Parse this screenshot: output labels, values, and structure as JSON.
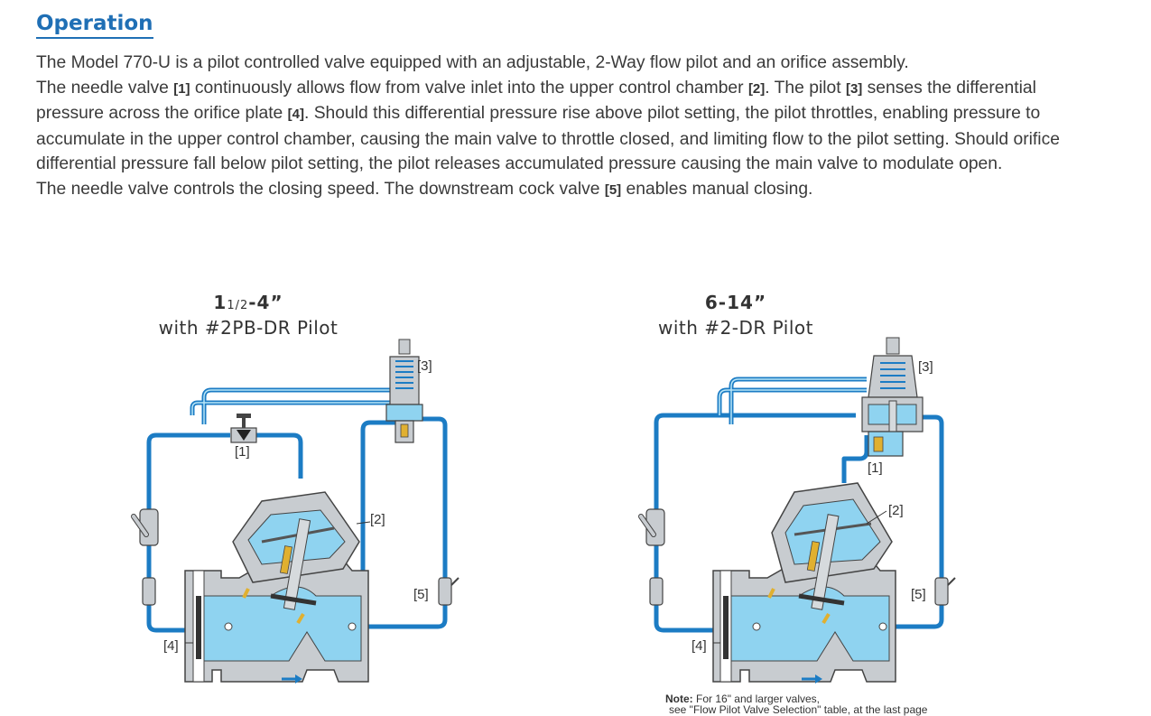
{
  "heading": "Operation",
  "paragraph": {
    "line1": "The Model 770-U is a pilot controlled valve equipped with an adjustable, 2-Way flow pilot and an orifice assembly.",
    "line2_a": "The needle valve ",
    "ref1": "[1]",
    "line2_b": " continuously allows flow from valve inlet into the upper control chamber ",
    "ref2": "[2]",
    "line2_c": ". The pilot ",
    "ref3": "[3]",
    "line2_d": " senses the differential pressure across the orifice plate ",
    "ref4": "[4]",
    "line2_e": ". Should this differential pressure rise above pilot setting, the pilot throttles, enabling pressure to accumulate in the upper control chamber, causing the main valve to throttle closed, and limiting flow to the pilot setting. Should orifice differential pressure fall below pilot setting, the pilot releases accumulated pressure causing the main valve to modulate open.",
    "line3_a": "The needle valve controls the closing speed. The downstream cock valve ",
    "ref5": "[5]",
    "line3_b": " enables manual closing."
  },
  "figures": [
    {
      "size_prefix": "1",
      "size_fraction": "1/2",
      "size_suffix": "-4”",
      "subtitle": "with #2PB-DR Pilot",
      "callouts": {
        "c1": "[1]",
        "c2": "[2]",
        "c3": "[3]",
        "c4": "[4]",
        "c5": "[5]"
      }
    },
    {
      "size": "6-14”",
      "subtitle": "with #2-DR Pilot",
      "callouts": {
        "c1": "[1]",
        "c2": "[2]",
        "c3": "[3]",
        "c4": "[4]",
        "c5": "[5]"
      }
    }
  ],
  "note": {
    "label": "Note:",
    "line1": " For 16\" and larger valves,",
    "line2": "see \"Flow Pilot Valve Selection\" table, at the last page"
  },
  "colors": {
    "heading": "#1f6fb5",
    "tubing": "#1c7cc4",
    "water": "#8fd3f0",
    "body": "#c8ccd0",
    "body_stroke": "#444444",
    "brass": "#e0b030"
  }
}
